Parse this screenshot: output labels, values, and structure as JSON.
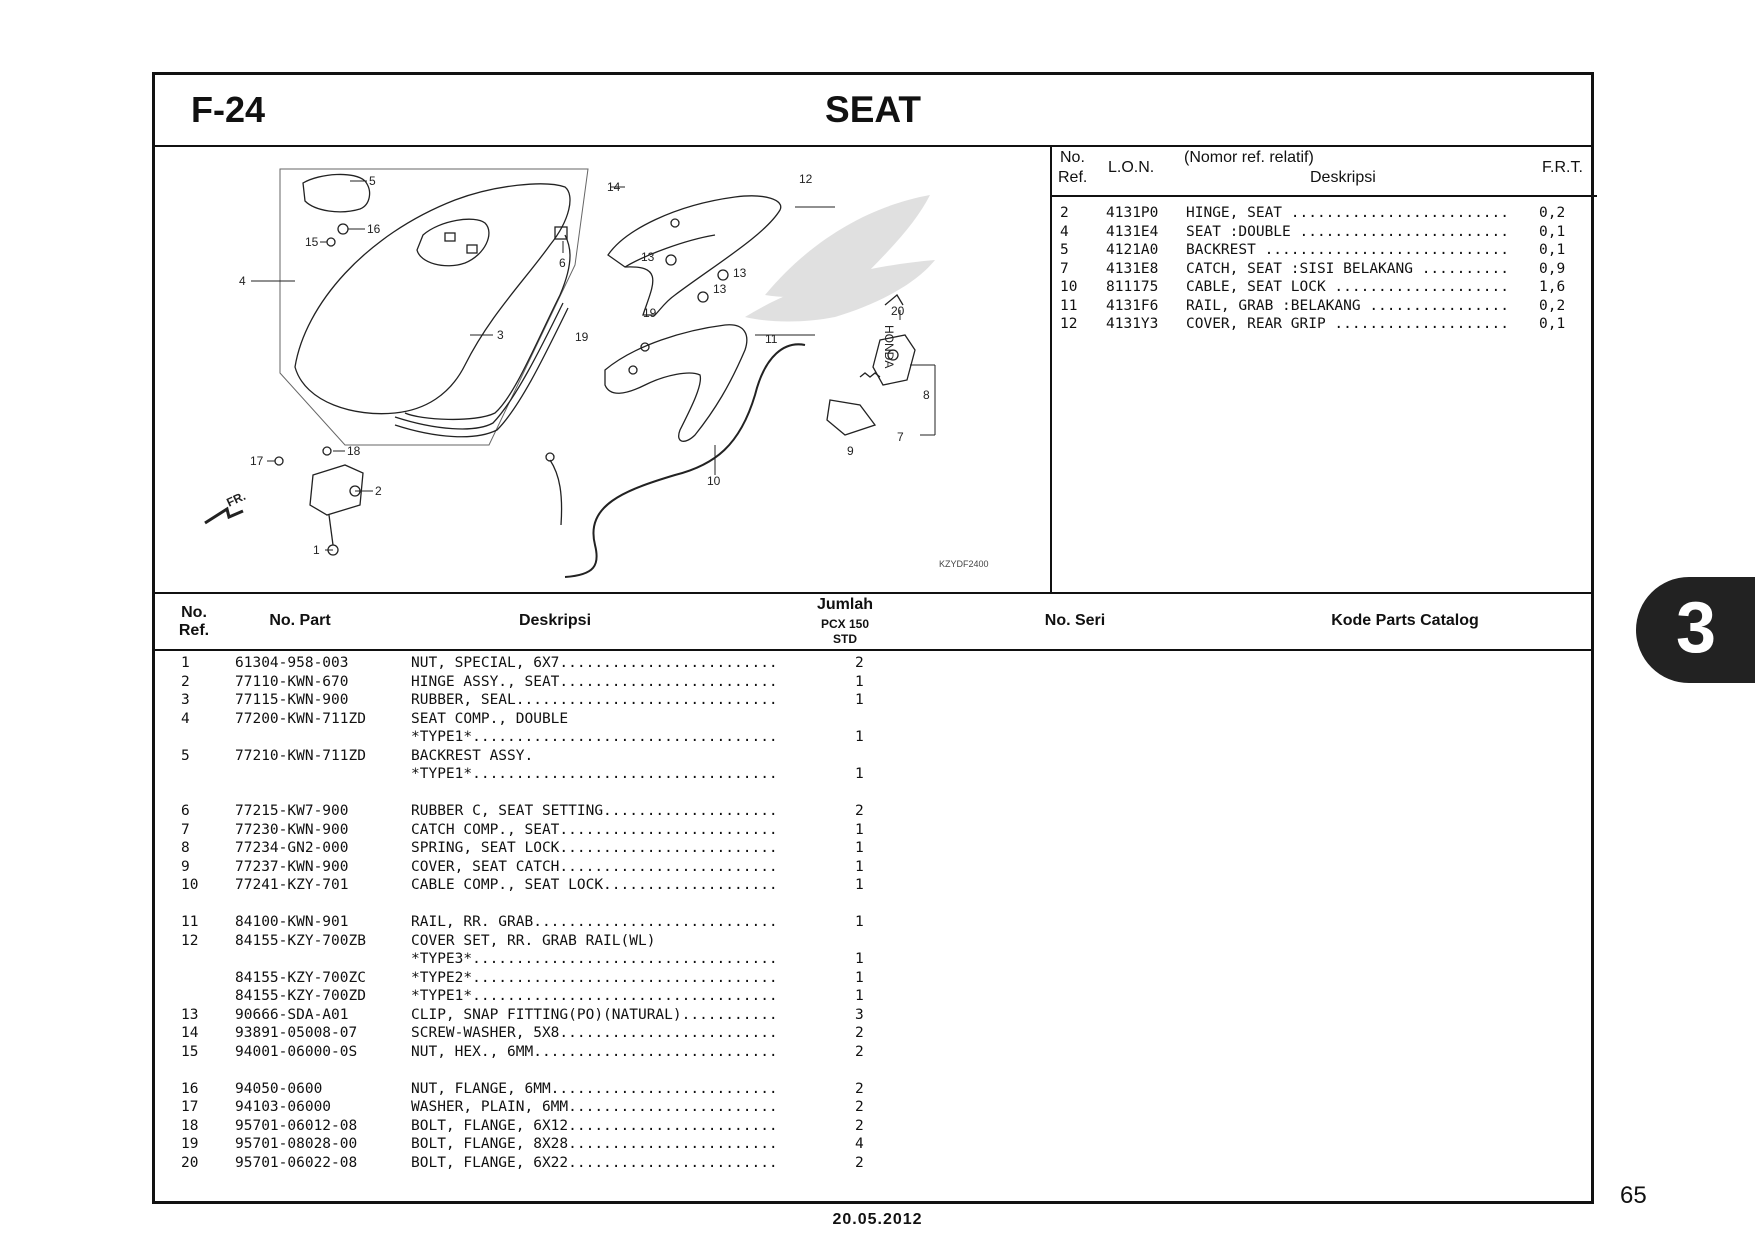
{
  "header": {
    "code": "F-24",
    "title": "SEAT"
  },
  "diagram": {
    "code": "KZYDF2400",
    "fr_label": "FR.",
    "callouts": [
      "1",
      "2",
      "3",
      "4",
      "5",
      "6",
      "7",
      "8",
      "9",
      "10",
      "11",
      "12",
      "13",
      "13",
      "13",
      "14",
      "15",
      "16",
      "17",
      "18",
      "19",
      "19",
      "20"
    ],
    "logo_text": "HONDA"
  },
  "frt": {
    "headers": {
      "no_ref_1": "No.",
      "no_ref_2": "Ref.",
      "lon": "L.O.N.",
      "nomor": "(Nomor ref. relatif)",
      "deskripsi": "Deskripsi",
      "frt": "F.R.T."
    },
    "rows": [
      {
        "ref": "2",
        "lon": "4131P0",
        "desc": "HINGE, SEAT .........................",
        "frt": "0,2"
      },
      {
        "ref": "4",
        "lon": "4131E4",
        "desc": "SEAT :DOUBLE ........................",
        "frt": "0,1"
      },
      {
        "ref": "5",
        "lon": "4121A0",
        "desc": "BACKREST ............................",
        "frt": "0,1"
      },
      {
        "ref": "7",
        "lon": "4131E8",
        "desc": "CATCH, SEAT :SISI BELAKANG ..........",
        "frt": "0,9"
      },
      {
        "ref": "10",
        "lon": "811175",
        "desc": "CABLE, SEAT LOCK ....................",
        "frt": "1,6"
      },
      {
        "ref": "11",
        "lon": "4131F6",
        "desc": "RAIL, GRAB :BELAKANG ................",
        "frt": "0,2"
      },
      {
        "ref": "12",
        "lon": "4131Y3",
        "desc": "COVER, REAR GRIP ....................",
        "frt": "0,1"
      }
    ]
  },
  "parts_header": {
    "no_1": "No.",
    "no_2": "Ref.",
    "no_part": "No. Part",
    "deskripsi": "Deskripsi",
    "jumlah": "Jumlah",
    "model": "PCX 150",
    "std": "STD",
    "no_seri": "No. Seri",
    "kode": "Kode Parts Catalog"
  },
  "parts": [
    {
      "ref": "1",
      "part": "61304-958-003",
      "desc": "NUT, SPECIAL, 6X7.........................",
      "qty": "2"
    },
    {
      "ref": "2",
      "part": "77110-KWN-670",
      "desc": "HINGE ASSY., SEAT.........................",
      "qty": "1"
    },
    {
      "ref": "3",
      "part": "77115-KWN-900",
      "desc": "RUBBER, SEAL..............................",
      "qty": "1"
    },
    {
      "ref": "4",
      "part": "77200-KWN-711ZD",
      "desc": "SEAT COMP., DOUBLE",
      "qty": ""
    },
    {
      "ref": "",
      "part": "",
      "desc": "*TYPE1*...................................",
      "qty": "1"
    },
    {
      "ref": "5",
      "part": "77210-KWN-711ZD",
      "desc": "BACKREST ASSY.",
      "qty": ""
    },
    {
      "ref": "",
      "part": "",
      "desc": "*TYPE1*...................................",
      "qty": "1"
    },
    {
      "gap": true
    },
    {
      "ref": "6",
      "part": "77215-KW7-900",
      "desc": "RUBBER C, SEAT SETTING....................",
      "qty": "2"
    },
    {
      "ref": "7",
      "part": "77230-KWN-900",
      "desc": "CATCH COMP., SEAT.........................",
      "qty": "1"
    },
    {
      "ref": "8",
      "part": "77234-GN2-000",
      "desc": "SPRING, SEAT LOCK.........................",
      "qty": "1"
    },
    {
      "ref": "9",
      "part": "77237-KWN-900",
      "desc": "COVER, SEAT CATCH.........................",
      "qty": "1"
    },
    {
      "ref": "10",
      "part": "77241-KZY-701",
      "desc": "CABLE COMP., SEAT LOCK....................",
      "qty": "1"
    },
    {
      "gap": true
    },
    {
      "ref": "11",
      "part": "84100-KWN-901",
      "desc": "RAIL, RR. GRAB............................",
      "qty": "1"
    },
    {
      "ref": "12",
      "part": "84155-KZY-700ZB",
      "desc": "COVER SET, RR. GRAB RAIL(WL)",
      "qty": ""
    },
    {
      "ref": "",
      "part": "",
      "desc": "*TYPE3*...................................",
      "qty": "1"
    },
    {
      "ref": "",
      "part": "84155-KZY-700ZC",
      "desc": "*TYPE2*...................................",
      "qty": "1"
    },
    {
      "ref": "",
      "part": "84155-KZY-700ZD",
      "desc": "*TYPE1*...................................",
      "qty": "1"
    },
    {
      "ref": "13",
      "part": "90666-SDA-A01",
      "desc": "CLIP, SNAP FITTING(PO)(NATURAL)...........",
      "qty": "3"
    },
    {
      "ref": "14",
      "part": "93891-05008-07",
      "desc": "SCREW-WASHER, 5X8.........................",
      "qty": "2"
    },
    {
      "ref": "15",
      "part": "94001-06000-0S",
      "desc": "NUT, HEX., 6MM............................",
      "qty": "2"
    },
    {
      "gap": true
    },
    {
      "ref": "16",
      "part": "94050-0600",
      "desc": "NUT, FLANGE, 6MM..........................",
      "qty": "2"
    },
    {
      "ref": "17",
      "part": "94103-06000",
      "desc": "WASHER, PLAIN, 6MM........................",
      "qty": "2"
    },
    {
      "ref": "18",
      "part": "95701-06012-08",
      "desc": "BOLT, FLANGE, 6X12........................",
      "qty": "2"
    },
    {
      "ref": "19",
      "part": "95701-08028-00",
      "desc": "BOLT, FLANGE, 8X28........................",
      "qty": "4"
    },
    {
      "ref": "20",
      "part": "95701-06022-08",
      "desc": "BOLT, FLANGE, 6X22........................",
      "qty": "2"
    }
  ],
  "footer": {
    "date": "20.05.2012",
    "page": "65",
    "section_tab": "3"
  }
}
